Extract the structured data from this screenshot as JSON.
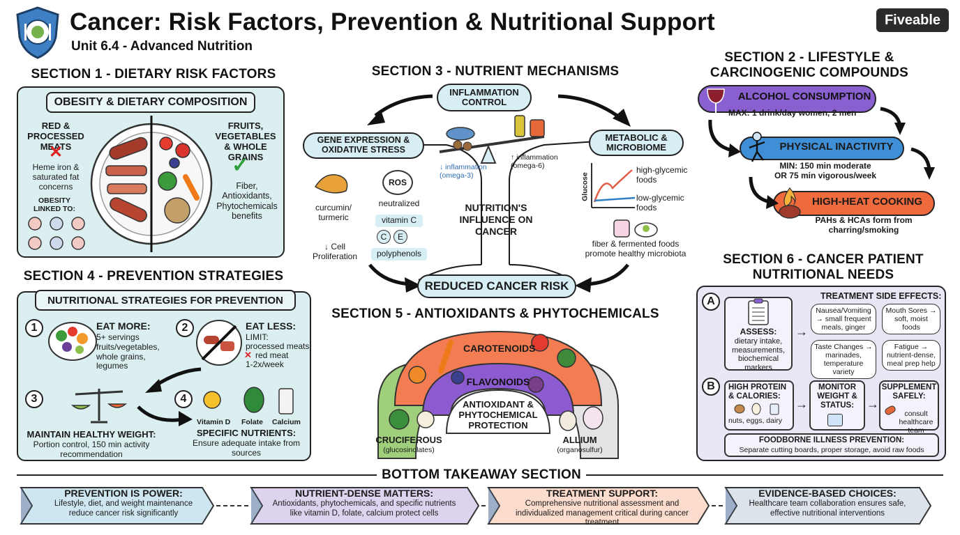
{
  "header": {
    "title": "Cancer: Risk Factors, Prevention & Nutritional Support",
    "subtitle": "Unit 6.4 - Advanced Nutrition",
    "brand": "Fiveable"
  },
  "section1": {
    "title": "SECTION 1 - DIETARY RISK FACTORS",
    "banner": "OBESITY & DIETARY COMPOSITION",
    "left_heading": "RED & PROCESSED MEATS",
    "left_text": "Heme iron & saturated fat concerns",
    "obesity_label": "OBESITY LINKED TO:",
    "right_heading": "FRUITS, VEGETABLES & WHOLE GRAINS",
    "right_text": "Fiber, Antioxidants, Phytochemicals benefits"
  },
  "section2": {
    "title_line1": "SECTION 2 - LIFESTYLE &",
    "title_line2": "CARCINOGENIC COMPOUNDS",
    "alcohol_label": "ALCOHOL CONSUMPTION",
    "alcohol_text": "MAX: 1 drink/day women, 2 men",
    "inactivity_label": "PHYSICAL INACTIVITY",
    "inactivity_text_1": "MIN: 150 min moderate",
    "inactivity_text_2": "OR 75 min vigorous/week",
    "cooking_label": "HIGH-HEAT COOKING",
    "cooking_text_1": "PAHs & HCAs form from",
    "cooking_text_2": "charring/smoking"
  },
  "section3": {
    "title": "SECTION 3 - NUTRIENT MECHANISMS",
    "inflammation": "INFLAMMATION CONTROL",
    "gene": "GENE EXPRESSION & OXIDATIVE STRESS",
    "metabolic": "METABOLIC & MICROBIOME",
    "down_inflammation": "↓ inflammation (omega-3)",
    "up_inflammation": "↑ inflammation (omega-6)",
    "curcumin": "curcumin/ turmeric",
    "cell_prolif": "↓ Cell Proliferation",
    "ros": "ROS",
    "neutralized": "neutralized",
    "vitamin_c": "vitamin C",
    "c_badge": "C",
    "e_badge": "E",
    "polyphenols": "polyphenols",
    "center_text": "NUTRITION'S INFLUENCE ON CANCER",
    "glucose_axis": "Glucose",
    "high_glycemic": "high-glycemic foods",
    "low_glycemic": "low-glycemic foods",
    "fiber_text": "fiber & fermented foods promote healthy microbiota",
    "reduced_risk": "REDUCED CANCER RISK"
  },
  "section4": {
    "title": "SECTION 4 - PREVENTION STRATEGIES",
    "banner": "NUTRITIONAL STRATEGIES FOR PREVENTION",
    "n1": "1",
    "n2": "2",
    "n3": "3",
    "n4": "4",
    "eat_more_title": "EAT MORE:",
    "eat_more_text": "5+ servings fruits/vegetables, whole grains, legumes",
    "eat_less_title": "EAT LESS:",
    "eat_less_limit": "LIMIT:",
    "eat_less_text1": "processed meats",
    "eat_less_text2": "red meat",
    "eat_less_text3": "1-2x/week",
    "weight_title": "MAINTAIN HEALTHY WEIGHT:",
    "weight_text": "Portion control, 150 min activity recommendation",
    "vit_d": "Vitamin D",
    "folate": "Folate",
    "calcium": "Calcium",
    "nutrients_title": "SPECIFIC NUTRIENTS:",
    "nutrients_text": "Ensure adequate intake from sources"
  },
  "section5": {
    "title": "SECTION 5 - ANTIOXIDANTS & PHYTOCHEMICALS",
    "carotenoids": "CAROTENOIDS",
    "flavonoids": "FLAVONOIDS",
    "protection": "ANTIOXIDANT & PHYTOCHEMICAL PROTECTION",
    "cruciferous": "CRUCIFEROUS",
    "cruciferous_sub": "(glucosinolates)",
    "allium": "ALLIUM",
    "allium_sub": "(organosulfur)"
  },
  "section6": {
    "title_line1": "SECTION 6 - CANCER PATIENT",
    "title_line2": "NUTRITIONAL NEEDS",
    "a_badge": "A",
    "b_badge": "B",
    "side_effects_title": "TREATMENT SIDE EFFECTS:",
    "assess_title": "ASSESS:",
    "assess_text": "dietary intake, measurements, biochemical markers",
    "nausea": "Nausea/Vomiting → small frequent meals, ginger",
    "mouth": "Mouth Sores → soft, moist foods",
    "taste": "Taste Changes → marinades, temperature variety",
    "fatigue": "Fatigue → nutrient-dense, meal prep help",
    "protein_title": "HIGH PROTEIN & CALORIES:",
    "protein_text": "nuts, eggs, dairy",
    "monitor": "MONITOR WEIGHT & STATUS:",
    "supplement_title": "SUPPLEMENT SAFELY:",
    "supplement_text": "consult healthcare team",
    "foodborne_title": "FOODBORNE ILLNESS PREVENTION:",
    "foodborne_text": "Separate cutting boards, proper storage, avoid raw foods"
  },
  "bottom": {
    "title": "BOTTOM TAKEAWAY SECTION",
    "items": [
      {
        "title": "PREVENTION IS POWER:",
        "text": "Lifestyle, diet, and weight maintenance reduce cancer risk significantly",
        "color": "#cde6f0"
      },
      {
        "title": "NUTRIENT-DENSE MATTERS:",
        "text": "Antioxidants, phytochemicals, and specific nutrients like vitamin D, folate, calcium protect cells",
        "color": "#ddd3ee"
      },
      {
        "title": "TREATMENT SUPPORT:",
        "text": "Comprehensive nutritional assessment and individualized management critical during cancer treatment",
        "color": "#fbdccd"
      },
      {
        "title": "EVIDENCE-BASED CHOICES:",
        "text": "Healthcare team collaboration ensures safe, effective nutritional interventions",
        "color": "#dde3ea"
      }
    ]
  },
  "colors": {
    "teal_panel": "#dbeff0",
    "purple": "#8a5fd0",
    "blue": "#3e8fd6",
    "orange": "#ef6a3c",
    "lavender_panel": "#ebe6f6",
    "light_blue_pill": "#d6eef4"
  }
}
